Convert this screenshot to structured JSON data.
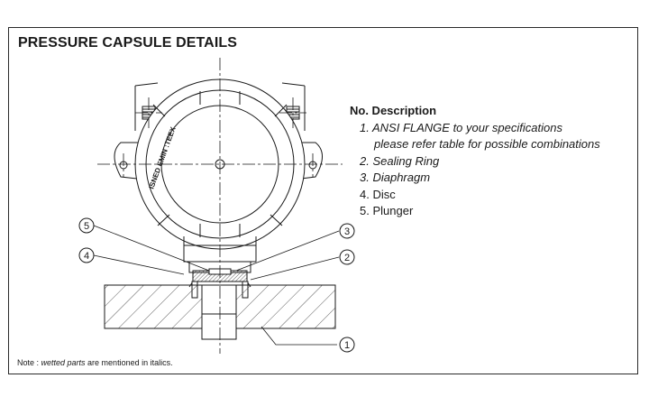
{
  "title": "PRESSURE CAPSULE DETAILS",
  "description": {
    "heading": "No. Description",
    "items": [
      {
        "no": "1.",
        "text": "ANSI FLANGE to your specifications",
        "continuation": "please refer table for possible combinations",
        "italic": true
      },
      {
        "no": "2.",
        "text": "Sealing Ring",
        "italic": true
      },
      {
        "no": "3.",
        "text": "Diaphragm",
        "italic": true
      },
      {
        "no": "4.",
        "text": "Disc",
        "italic": false
      },
      {
        "no": "5.",
        "text": "Plunger",
        "italic": false
      }
    ]
  },
  "note": {
    "prefix": "Note : ",
    "emphasis": "wetted parts",
    "suffix": " are mentioned in italics."
  },
  "callouts": [
    "1",
    "2",
    "3",
    "4",
    "5"
  ],
  "cover_text": "ISNED EMIN  :TEEX"
}
